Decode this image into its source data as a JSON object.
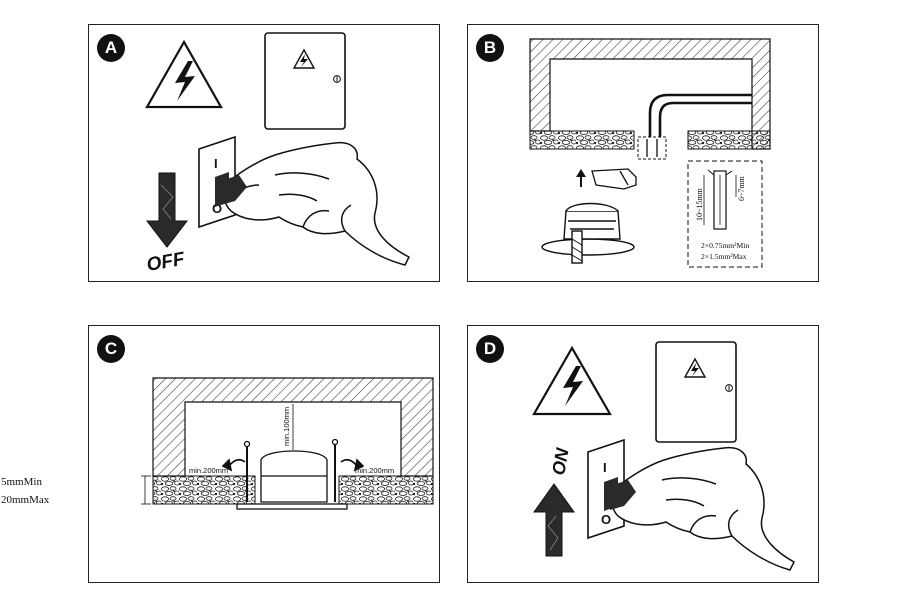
{
  "panels": {
    "a": {
      "label": "A",
      "switch_on_mark": "I",
      "switch_off_mark": "O",
      "action_text": "OFF",
      "meter_cabinet_icon": "lightning-warning-icon",
      "arrow_icon": "arrow-down-icon"
    },
    "b": {
      "label": "B",
      "wire_length_label": "10~15mm",
      "strip_length_label": "6~7mm",
      "cable_min_label": "2×0.75mm²Min",
      "cable_max_label": "2×1.5mm²Max"
    },
    "c": {
      "label": "C",
      "clearance_top_label": "min.100mm",
      "clearance_left_label": "min.200mm",
      "clearance_right_label": "min.200mm",
      "ceiling_min_label": "5mmMin",
      "ceiling_max_label": "20mmMax"
    },
    "d": {
      "label": "D",
      "switch_on_mark": "I",
      "switch_off_mark": "O",
      "action_text": "ON",
      "meter_cabinet_icon": "lightning-warning-icon",
      "arrow_icon": "arrow-up-icon"
    }
  },
  "colors": {
    "ink": "#1a1a1a",
    "fill_dark": "#2a2a2a",
    "hatch": "#555555"
  }
}
